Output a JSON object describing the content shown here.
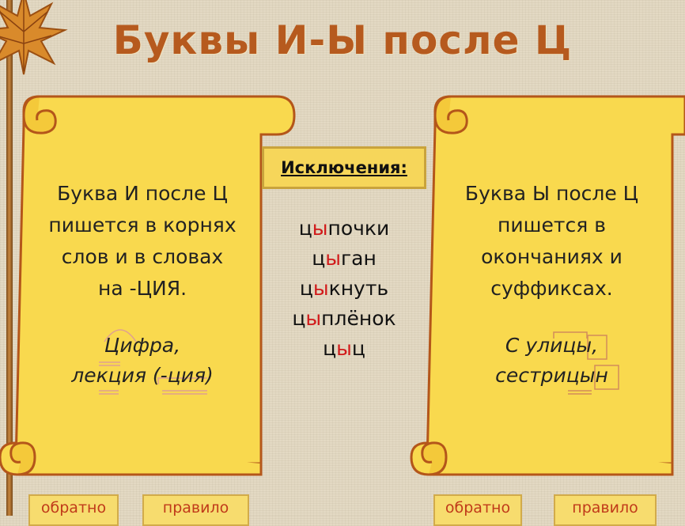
{
  "title": "Буквы И-Ы после Ц",
  "left_scroll": {
    "rule_lines": [
      "Буква И после Ц",
      "пишется в корнях",
      "слов и в словах",
      "на -ЦИЯ."
    ],
    "example_lines": [
      "Цифра,",
      "лекция (-ция)"
    ]
  },
  "right_scroll": {
    "rule_lines": [
      "Буква Ы после Ц",
      "пишется в",
      "окончаниях и",
      "суффиксах."
    ],
    "example_lines": [
      "С  улицы,",
      "сестрицын"
    ]
  },
  "exceptions": {
    "label": "Исключения:",
    "words": [
      {
        "pre": "ц",
        "hl": "ы",
        "post": "почки"
      },
      {
        "pre": "ц",
        "hl": "ы",
        "post": "ган"
      },
      {
        "pre": "ц",
        "hl": "ы",
        "post": "кнуть"
      },
      {
        "pre": "ц",
        "hl": "ы",
        "post": "плёнок"
      },
      {
        "pre": "ц",
        "hl": "ы",
        "post": "ц"
      }
    ]
  },
  "nav": {
    "left_back": "обратно",
    "left_rule": "правило",
    "right_back": "обратно",
    "right_rule": "правило"
  },
  "colors": {
    "title": "#b65a1e",
    "scroll_fill": "#f9d94e",
    "scroll_stroke": "#b4561a",
    "highlight": "#d11a1a",
    "nav_text": "#c03a1a"
  }
}
